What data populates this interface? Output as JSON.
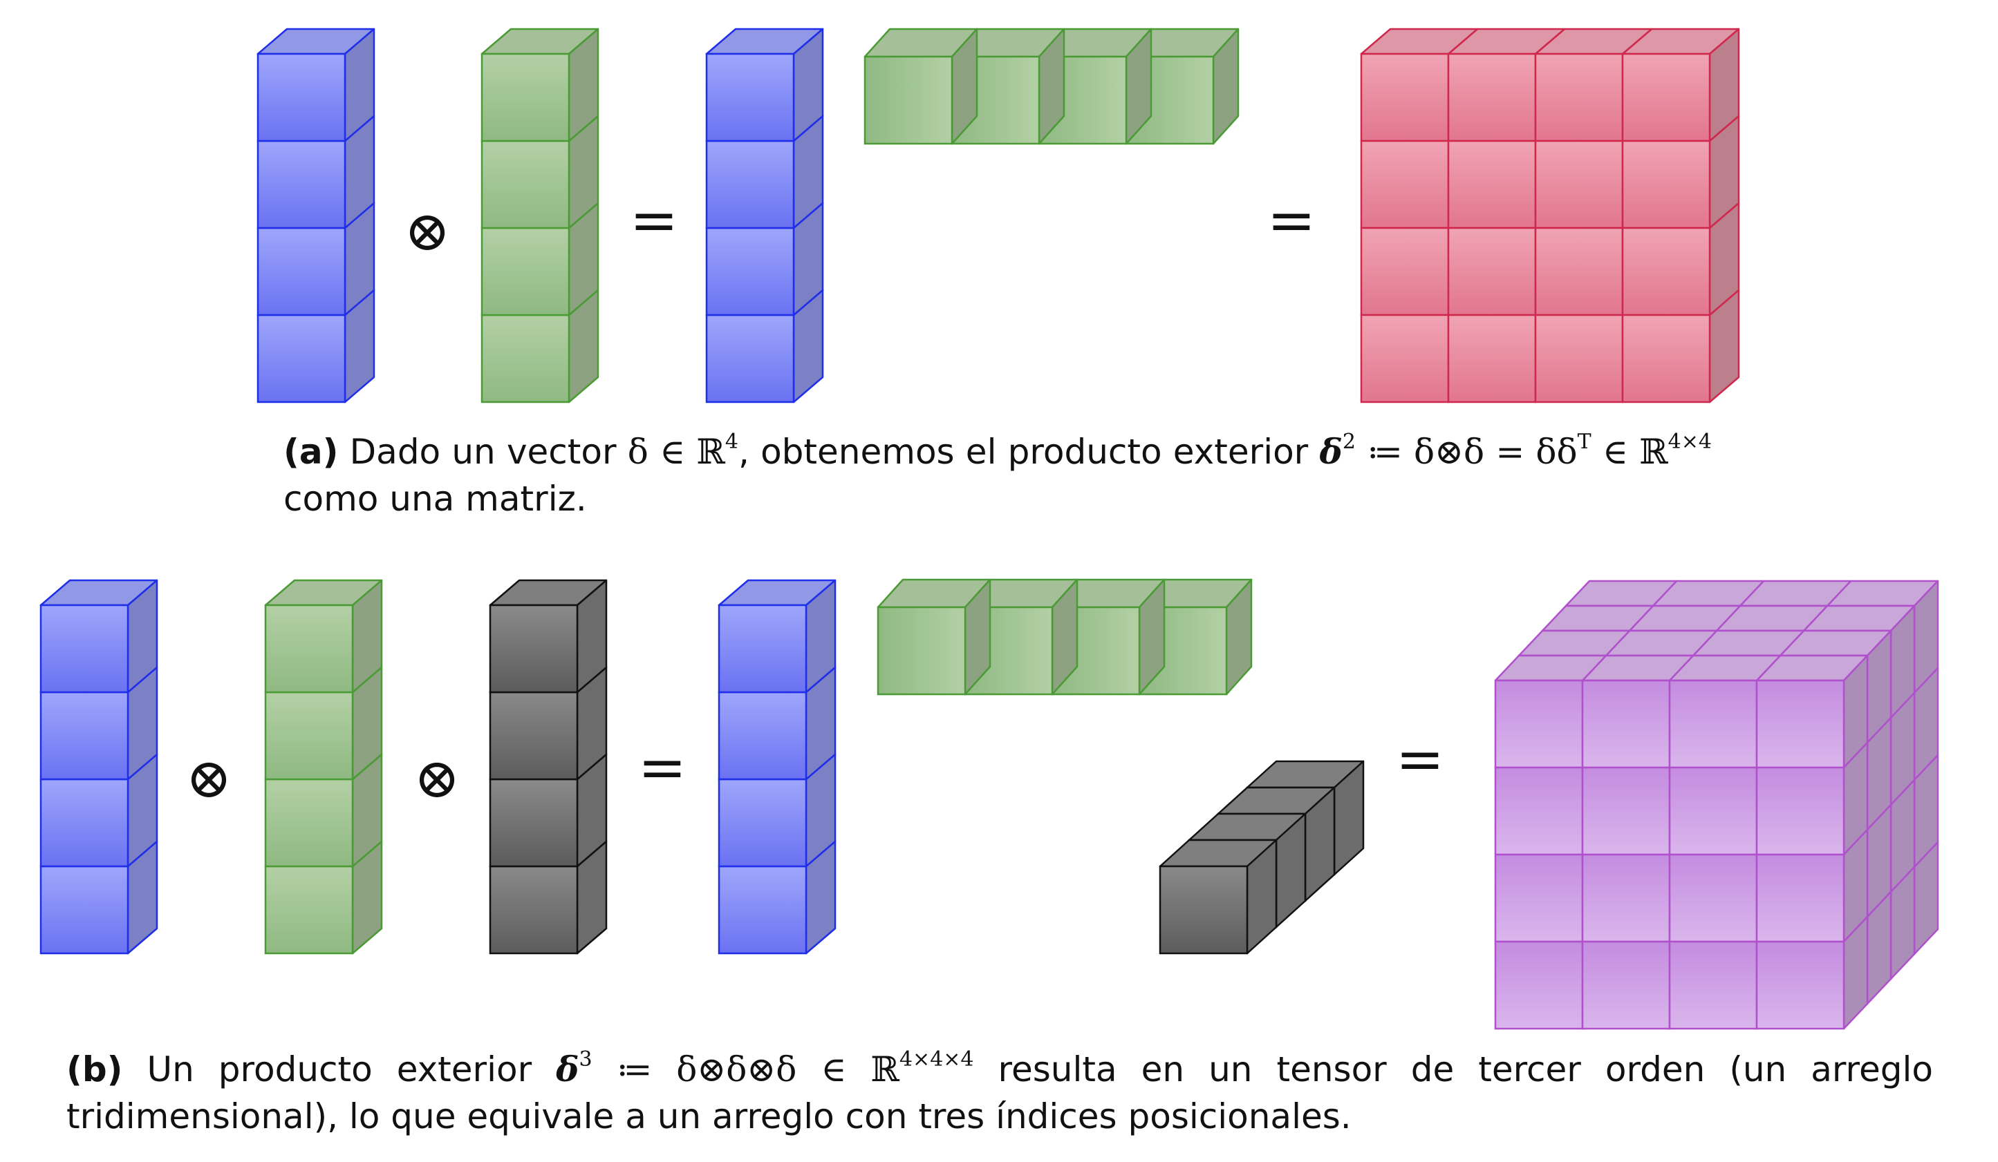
{
  "panel_a": {
    "equals_1": "=",
    "equals_2": "=",
    "otimes_1": "⊗",
    "caption": {
      "label": "(a)",
      "text_1": "Dado un vector",
      "math_1": "δ ∈ ℝ",
      "math_1_sup": "4",
      "text_2": ", obtenemos el producto exterior",
      "math_2": "δ",
      "math_2_sup": "2",
      "math_3": " ≔ δ⊗δ = δδ",
      "math_3_sup": "T",
      "math_4": " ∈ ℝ",
      "math_4_sup": "4×4",
      "text_3": "como una matriz."
    }
  },
  "panel_b": {
    "equals_1": "=",
    "equals_2": "=",
    "otimes_1": "⊗",
    "otimes_2": "⊗",
    "caption": {
      "label": "(b)",
      "text_1": "Un producto exterior",
      "math_1": "δ",
      "math_1_sup": "3",
      "math_2": " ≔ δ⊗δ⊗δ ∈ ℝ",
      "math_2_sup": "4×4×4",
      "text_2": "resulta en un tensor de tercer orden (un arreglo tridimensional), lo que equivale a un arreglo con tres índices posicionales."
    }
  },
  "colors": {
    "blue_light": "#9ea6fb",
    "blue_dark": "#6a72f2",
    "blue_edge": "#1f2ee8",
    "green_light": "#b3d0a5",
    "green_dark": "#8fb982",
    "green_edge": "#4a9a35",
    "gray_light": "#8a8a8a",
    "gray_dark": "#5c5c5c",
    "gray_edge": "#111111",
    "red_light": "#f0a4b4",
    "red_dark": "#e2768e",
    "red_edge": "#d0284c",
    "purple_light": "#dab6ec",
    "purple_dark": "#c48ce0",
    "purple_edge": "#b050cc"
  }
}
